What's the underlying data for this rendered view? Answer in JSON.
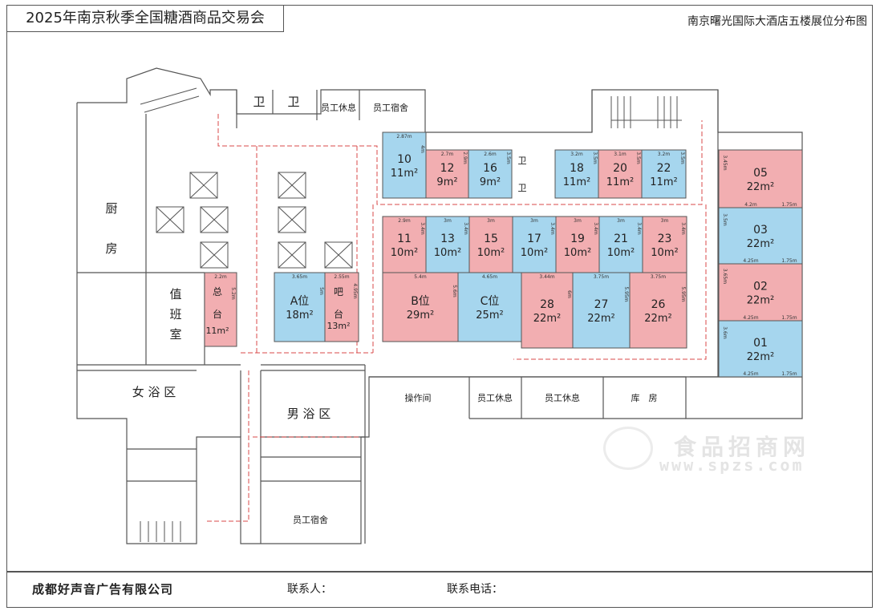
{
  "header": {
    "title": "2025年南京秋季全国糖酒商品交易会",
    "subtitle": "南京曙光国际大酒店五楼展位分布图"
  },
  "footer": {
    "company": "成都好声音广告有限公司",
    "contact_label": "联系人：",
    "phone_label": "联系电话："
  },
  "watermark": {
    "name": "食品招商网",
    "url": "www.spzs.com"
  },
  "colors": {
    "pink": "#f2aeb1",
    "blue": "#a6d6ee",
    "wall": "#555555",
    "route": "#d94a4a"
  },
  "rooms": {
    "kitchen": "厨\n\n房",
    "duty": "值\n班\n室",
    "women_bath": "女 浴 区",
    "men_bath": "男 浴 区",
    "wc1": "卫",
    "wc2": "卫",
    "staff_rest_top": "员工休息",
    "staff_dorm_top": "员工宿舍",
    "operation": "操作间",
    "staff_rest_1": "员工休息",
    "staff_rest_2": "员工休息",
    "storage": "库　房",
    "staff_dorm_bottom": "员工宿舍",
    "wc3": "卫",
    "wc4": "卫"
  },
  "booths": [
    {
      "id": "10",
      "size": "11m²",
      "color": "blue",
      "dims": [
        "2.87m",
        "4m"
      ]
    },
    {
      "id": "12",
      "size": "9m²",
      "color": "pink",
      "dims": [
        "2.7m",
        "2.9m"
      ]
    },
    {
      "id": "16",
      "size": "9m²",
      "color": "blue",
      "dims": [
        "2.6m",
        "3.5m"
      ]
    },
    {
      "id": "18",
      "size": "11m²",
      "color": "blue",
      "dims": [
        "3.2m",
        "3.5m"
      ]
    },
    {
      "id": "20",
      "size": "11m²",
      "color": "pink",
      "dims": [
        "3.1m",
        "3.5m"
      ]
    },
    {
      "id": "22",
      "size": "11m²",
      "color": "blue",
      "dims": [
        "3.2m",
        "3.5m"
      ]
    },
    {
      "id": "11",
      "size": "10m²",
      "color": "pink",
      "dims": [
        "2.9m",
        "3.4m"
      ]
    },
    {
      "id": "13",
      "size": "10m²",
      "color": "blue",
      "dims": [
        "3m",
        "3.4m"
      ]
    },
    {
      "id": "15",
      "size": "10m²",
      "color": "pink",
      "dims": [
        "3m"
      ]
    },
    {
      "id": "17",
      "size": "10m²",
      "color": "blue",
      "dims": [
        "3m",
        "3.4m"
      ]
    },
    {
      "id": "19",
      "size": "10m²",
      "color": "pink",
      "dims": [
        "3m",
        "3.4m"
      ]
    },
    {
      "id": "21",
      "size": "10m²",
      "color": "blue",
      "dims": [
        "3m",
        "3.4m"
      ]
    },
    {
      "id": "23",
      "size": "10m²",
      "color": "pink",
      "dims": [
        "3m",
        "3.4m"
      ]
    },
    {
      "id": "B位",
      "size": "29m²",
      "color": "pink",
      "dims": [
        "5.4m",
        "5.6m"
      ]
    },
    {
      "id": "C位",
      "size": "25m²",
      "color": "blue",
      "dims": [
        "4.65m"
      ]
    },
    {
      "id": "28",
      "size": "22m²",
      "color": "pink",
      "dims": [
        "3.44m",
        "6m"
      ]
    },
    {
      "id": "27",
      "size": "22m²",
      "color": "blue",
      "dims": [
        "3.75m",
        "5.95m"
      ]
    },
    {
      "id": "26",
      "size": "22m²",
      "color": "pink",
      "dims": [
        "3.75m",
        "5.95m"
      ]
    },
    {
      "id": "A位",
      "size": "18m²",
      "color": "blue",
      "dims": [
        "3.65m",
        "5m"
      ]
    },
    {
      "id": "吧\n\n台",
      "size": "13m²",
      "color": "pink",
      "dims": [
        "2.55m",
        "4.95m"
      ]
    },
    {
      "id": "总\n\n台",
      "size": "11m²",
      "color": "pink",
      "dims": [
        "2.2m",
        "5.2m"
      ]
    },
    {
      "id": "05",
      "size": "22m²",
      "color": "pink",
      "dims": [
        "4.2m",
        "1.75m",
        "3.45m"
      ]
    },
    {
      "id": "03",
      "size": "22m²",
      "color": "blue",
      "dims": [
        "4.25m",
        "1.75m",
        "3.5m"
      ]
    },
    {
      "id": "02",
      "size": "22m²",
      "color": "pink",
      "dims": [
        "4.25m",
        "1.75m",
        "3.65m"
      ]
    },
    {
      "id": "01",
      "size": "22m²",
      "color": "blue",
      "dims": [
        "4.25m",
        "1.75m",
        "3.6m"
      ]
    }
  ]
}
